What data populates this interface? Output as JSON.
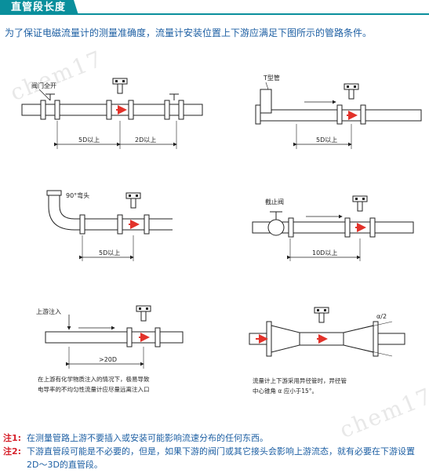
{
  "header": {
    "title": "直管段长度"
  },
  "intro": "为了保证电磁流量计的测量准确度，流量计安装位置上下游应满足下图所示的管路条件。",
  "panels": {
    "p1": {
      "valve_label": "阀门全开",
      "dim_left": "5D以上",
      "dim_right": "2D以上"
    },
    "p2": {
      "pipe_label": "T型管",
      "dim": "5D以上"
    },
    "p3": {
      "elbow_label": "90°弯头",
      "dim": "5D以上"
    },
    "p4": {
      "valve_label": "截止阀",
      "dim": "10D以上"
    },
    "p5": {
      "inject_label": "上游注入",
      "dim": ">20D",
      "caption_line1": "在上游有化学物质注入的情况下，极易导致",
      "caption_line2": "电导率的不均匀性流量计应尽量远离注入口"
    },
    "p6": {
      "angle_label": "α/2",
      "caption_line1": "流量计上下游采用异径管时，异径管",
      "caption_line2": "中心锥角 α 应小于15°。"
    }
  },
  "notes": [
    {
      "tag": "注1:",
      "text": "在测量管路上游不要插入或安装可能影响流速分布的任何东西。"
    },
    {
      "tag": "注2:",
      "text": "下游直管段可能是不必要的，但是，如果下游的阀门或其它接头会影响上游流态，就有必要在下游设置2D～3D的直管段。"
    }
  ],
  "watermarks": [
    "chem17",
    "chem17"
  ],
  "colors": {
    "accent": "#0a8f9c",
    "text_blue": "#1d5fa3",
    "note_red": "#d6202a",
    "arrow_red": "#e2322a"
  }
}
